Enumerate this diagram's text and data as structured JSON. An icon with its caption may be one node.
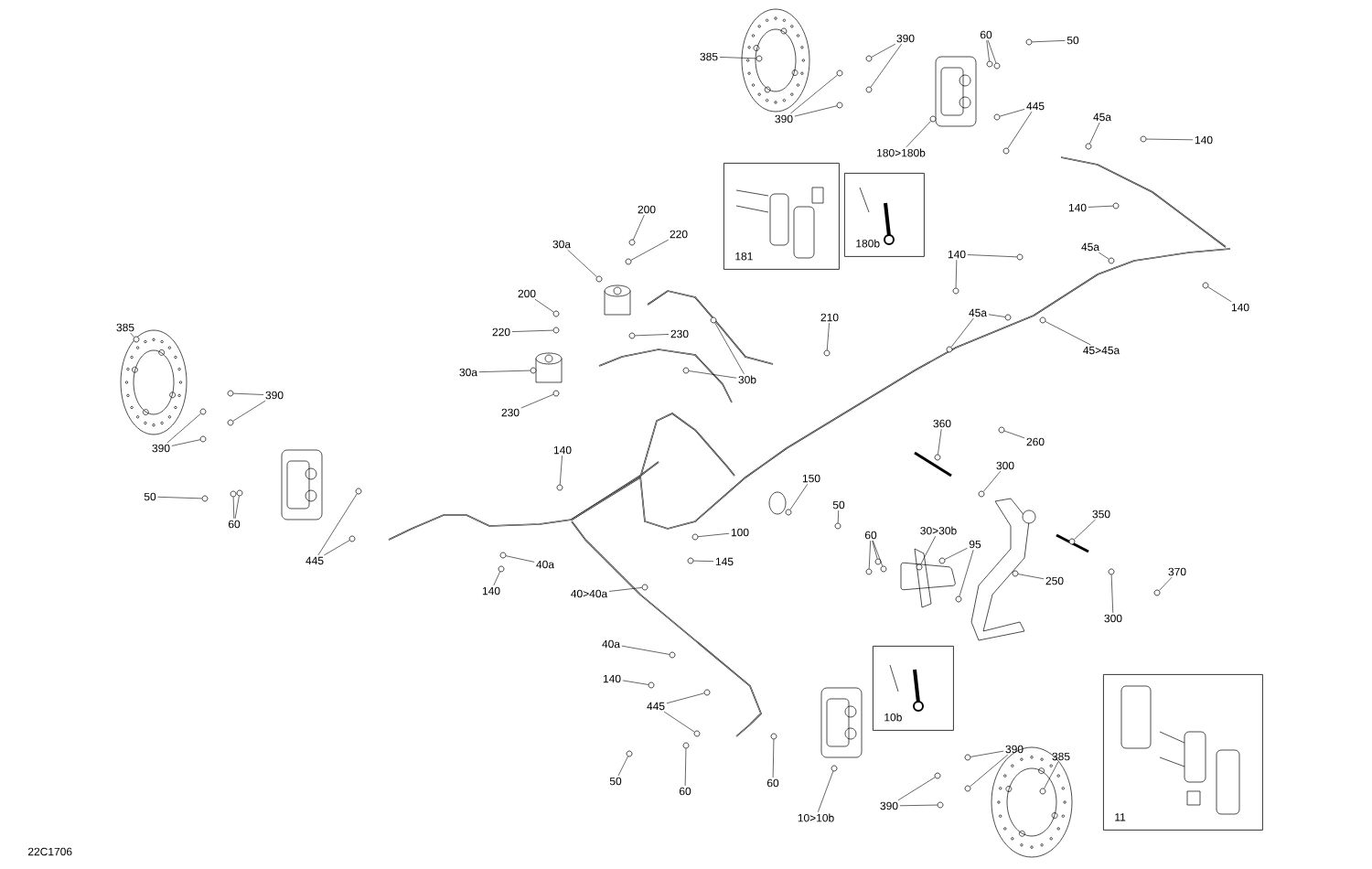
{
  "diagram": {
    "nodes": [
      {
        "text": [
          "385"
        ]
      },
      {
        "text": [
          "390"
        ]
      },
      {
        "text": [
          "390"
        ]
      },
      {
        "text": [
          "60"
        ]
      },
      {
        "text": [
          "50"
        ]
      },
      {
        "text": [
          "445"
        ]
      },
      {
        "text": [
          "180>180b"
        ]
      },
      {
        "text": [
          "45a"
        ]
      },
      {
        "text": [
          "140"
        ]
      },
      {
        "text": [
          "140"
        ]
      },
      {
        "text": [
          "140"
        ]
      },
      {
        "text": [
          "45a"
        ]
      },
      {
        "text": [
          "140"
        ]
      },
      {
        "text": [
          "45a"
        ]
      },
      {
        "text": [
          "45>45a"
        ]
      },
      {
        "text": [
          "210"
        ]
      },
      {
        "text": [
          "200"
        ]
      },
      {
        "text": [
          "220"
        ]
      },
      {
        "text": [
          "30a"
        ]
      },
      {
        "text": [
          "200"
        ]
      },
      {
        "text": [
          "220"
        ]
      },
      {
        "text": [
          "230"
        ]
      },
      {
        "text": [
          "30a"
        ]
      },
      {
        "text": [
          "30b"
        ]
      },
      {
        "text": [
          "230"
        ]
      },
      {
        "text": [
          "385"
        ]
      },
      {
        "text": [
          "390"
        ]
      },
      {
        "text": [
          "390"
        ]
      },
      {
        "text": [
          "50"
        ]
      },
      {
        "text": [
          "60"
        ]
      },
      {
        "text": [
          "445"
        ]
      },
      {
        "text": [
          "140"
        ]
      },
      {
        "text": [
          "40a"
        ]
      },
      {
        "text": [
          "140"
        ]
      },
      {
        "text": [
          "40>40a"
        ]
      },
      {
        "text": [
          "40a"
        ]
      },
      {
        "text": [
          "140"
        ]
      },
      {
        "text": [
          "445"
        ]
      },
      {
        "text": [
          "50"
        ]
      },
      {
        "text": [
          "60"
        ]
      },
      {
        "text": [
          "60"
        ]
      },
      {
        "text": [
          "10>10b"
        ]
      },
      {
        "text": [
          "150"
        ]
      },
      {
        "text": [
          "50"
        ]
      },
      {
        "text": [
          "100"
        ]
      },
      {
        "text": [
          "145"
        ]
      },
      {
        "text": [
          "60"
        ]
      },
      {
        "text": [
          "30>30b"
        ]
      },
      {
        "text": [
          "95"
        ]
      },
      {
        "text": [
          "360"
        ]
      },
      {
        "text": [
          "260"
        ]
      },
      {
        "text": [
          "300"
        ]
      },
      {
        "text": [
          "350"
        ]
      },
      {
        "text": [
          "250"
        ]
      },
      {
        "text": [
          "300"
        ]
      },
      {
        "text": [
          "370"
        ]
      },
      {
        "text": [
          "390"
        ]
      },
      {
        "text": [
          "390"
        ]
      },
      {
        "text": [
          "385"
        ]
      },
      {
        "text": [
          "181"
        ]
      },
      {
        "text": [
          "180b"
        ]
      },
      {
        "text": [
          "10b"
        ]
      },
      {
        "text": [
          "11"
        ]
      },
      {
        "text": [],
        "shape": "circle"
      },
      {
        "text": [],
        "shape": "circle"
      },
      {
        "text": [],
        "shape": "circle"
      },
      {
        "text": [],
        "shape": "circle"
      },
      {
        "text": [],
        "shape": "circle"
      },
      {
        "text": [],
        "shape": "circle"
      },
      {
        "text": [],
        "shape": "circle"
      },
      {
        "text": [],
        "shape": "circle"
      },
      {
        "text": [],
        "shape": "circle"
      },
      {
        "text": [],
        "shape": "circle"
      },
      {
        "text": [],
        "shape": "circle"
      },
      {
        "text": [],
        "shape": "circle"
      },
      {
        "text": [],
        "shape": "circle"
      },
      {
        "text": [],
        "shape": "circle"
      },
      {
        "text": [],
        "shape": "circle"
      },
      {
        "text": [],
        "shape": "circle"
      },
      {
        "text": [],
        "shape": "circle"
      },
      {
        "text": [],
        "shape": "circle"
      },
      {
        "text": [],
        "shape": "circle"
      },
      {
        "text": [],
        "shape": "circle"
      },
      {
        "text": [],
        "shape": "circle"
      },
      {
        "text": [],
        "shape": "circle"
      },
      {
        "text": [],
        "shape": "circle"
      },
      {
        "text": [],
        "shape": "circle"
      },
      {
        "text": [],
        "shape": "circle"
      },
      {
        "text": [],
        "shape": "circle"
      },
      {
        "text": [],
        "shape": "circle"
      },
      {
        "text": [],
        "shape": "circle"
      },
      {
        "text": [],
        "shape": "circle"
      },
      {
        "text": [],
        "shape": "circle"
      },
      {
        "text": [],
        "shape": "circle"
      },
      {
        "text": [],
        "shape": "circle"
      },
      {
        "text": [],
        "shape": "circle"
      },
      {
        "text": [],
        "shape": "circle"
      },
      {
        "text": [],
        "shape": "circle"
      },
      {
        "text": [],
        "shape": "circle"
      },
      {
        "text": [],
        "shape": "circle"
      },
      {
        "text": [],
        "shape": "circle"
      },
      {
        "text": [],
        "shape": "circle"
      },
      {
        "text": [],
        "shape": "circle"
      },
      {
        "text": [],
        "shape": "circle"
      },
      {
        "text": [],
        "shape": "circle"
      },
      {
        "text": [],
        "shape": "circle"
      },
      {
        "text": [],
        "shape": "circle"
      },
      {
        "text": [],
        "shape": "circle"
      },
      {
        "text": [],
        "shape": "circle"
      },
      {
        "text": [],
        "shape": "circle"
      },
      {
        "text": [],
        "shape": "circle"
      },
      {
        "text": [],
        "shape": "circle"
      },
      {
        "text": [],
        "shape": "circle"
      },
      {
        "text": [],
        "shape": "circle"
      },
      {
        "text": [],
        "shape": "circle"
      },
      {
        "text": [],
        "shape": "circle"
      },
      {
        "text": [],
        "shape": "circle"
      },
      {
        "text": [],
        "shape": "circle"
      },
      {
        "text": [],
        "shape": "circle"
      },
      {
        "text": [],
        "shape": "circle"
      },
      {
        "text": [],
        "shape": "circle"
      },
      {
        "text": [],
        "shape": "circle"
      },
      {
        "text": [],
        "shape": "circle"
      },
      {
        "text": [],
        "shape": "circle"
      },
      {
        "text": [],
        "shape": "circle"
      },
      {
        "text": [],
        "shape": "circle"
      },
      {
        "text": [],
        "shape": "circle"
      },
      {
        "text": [],
        "shape": "circle"
      },
      {
        "text": [],
        "shape": "circle"
      },
      {
        "text": [],
        "shape": "circle"
      },
      {
        "text": [],
        "shape": "circle"
      },
      {
        "text": [],
        "shape": "circle"
      },
      {
        "text": [],
        "shape": "circle"
      },
      {
        "text": [],
        "shape": "circle"
      },
      {
        "text": [],
        "shape": "circle"
      },
      {
        "text": [],
        "shape": "circle"
      },
      {
        "text": [],
        "shape": "circle"
      },
      {
        "text": [],
        "shape": "circle"
      },
      {
        "text": [],
        "shape": "circle"
      }
    ],
    "edges": [
      {
        "from": 0,
        "to": 63,
        "arrow": "none"
      },
      {
        "from": 1,
        "to": 64,
        "arrow": "none"
      },
      {
        "from": 1,
        "to": 65,
        "arrow": "none"
      },
      {
        "from": 2,
        "to": 66,
        "arrow": "none"
      },
      {
        "from": 2,
        "to": 67,
        "arrow": "none"
      },
      {
        "from": 3,
        "to": 68,
        "arrow": "none"
      },
      {
        "from": 3,
        "to": 69,
        "arrow": "none"
      },
      {
        "from": 4,
        "to": 70,
        "arrow": "none"
      },
      {
        "from": 5,
        "to": 71,
        "arrow": "none"
      },
      {
        "from": 5,
        "to": 72,
        "arrow": "none"
      },
      {
        "from": 6,
        "to": 73,
        "arrow": "none"
      },
      {
        "from": 7,
        "to": 74,
        "arrow": "none"
      },
      {
        "from": 8,
        "to": 75,
        "arrow": "none"
      },
      {
        "from": 9,
        "to": 76,
        "arrow": "none"
      },
      {
        "from": 10,
        "to": 77,
        "arrow": "none"
      },
      {
        "from": 10,
        "to": 78,
        "arrow": "none"
      },
      {
        "from": 11,
        "to": 79,
        "arrow": "none"
      },
      {
        "from": 12,
        "to": 80,
        "arrow": "none"
      },
      {
        "from": 13,
        "to": 81,
        "arrow": "none"
      },
      {
        "from": 13,
        "to": 82,
        "arrow": "none"
      },
      {
        "from": 14,
        "to": 83,
        "arrow": "none"
      },
      {
        "from": 15,
        "to": 84,
        "arrow": "none"
      },
      {
        "from": 16,
        "to": 85,
        "arrow": "none"
      },
      {
        "from": 17,
        "to": 86,
        "arrow": "none"
      },
      {
        "from": 18,
        "to": 87,
        "arrow": "none"
      },
      {
        "from": 19,
        "to": 88,
        "arrow": "none"
      },
      {
        "from": 20,
        "to": 89,
        "arrow": "none"
      },
      {
        "from": 21,
        "to": 90,
        "arrow": "none"
      },
      {
        "from": 22,
        "to": 91,
        "arrow": "none"
      },
      {
        "from": 23,
        "to": 92,
        "arrow": "none"
      },
      {
        "from": 23,
        "to": 93,
        "arrow": "none"
      },
      {
        "from": 24,
        "to": 94,
        "arrow": "none"
      },
      {
        "from": 25,
        "to": 95,
        "arrow": "none"
      },
      {
        "from": 26,
        "to": 96,
        "arrow": "none"
      },
      {
        "from": 26,
        "to": 97,
        "arrow": "none"
      },
      {
        "from": 27,
        "to": 98,
        "arrow": "none"
      },
      {
        "from": 27,
        "to": 99,
        "arrow": "none"
      },
      {
        "from": 28,
        "to": 100,
        "arrow": "none"
      },
      {
        "from": 29,
        "to": 101,
        "arrow": "none"
      },
      {
        "from": 29,
        "to": 102,
        "arrow": "none"
      },
      {
        "from": 30,
        "to": 103,
        "arrow": "none"
      },
      {
        "from": 30,
        "to": 104,
        "arrow": "none"
      },
      {
        "from": 31,
        "to": 105,
        "arrow": "none"
      },
      {
        "from": 32,
        "to": 106,
        "arrow": "none"
      },
      {
        "from": 33,
        "to": 107,
        "arrow": "none"
      },
      {
        "from": 34,
        "to": 108,
        "arrow": "none"
      },
      {
        "from": 35,
        "to": 109,
        "arrow": "none"
      },
      {
        "from": 36,
        "to": 110,
        "arrow": "none"
      },
      {
        "from": 37,
        "to": 111,
        "arrow": "none"
      },
      {
        "from": 37,
        "to": 112,
        "arrow": "none"
      },
      {
        "from": 38,
        "to": 113,
        "arrow": "none"
      },
      {
        "from": 39,
        "to": 114,
        "arrow": "none"
      },
      {
        "from": 40,
        "to": 115,
        "arrow": "none"
      },
      {
        "from": 41,
        "to": 116,
        "arrow": "none"
      },
      {
        "from": 42,
        "to": 117,
        "arrow": "none"
      },
      {
        "from": 43,
        "to": 118,
        "arrow": "none"
      },
      {
        "from": 44,
        "to": 119,
        "arrow": "none"
      },
      {
        "from": 45,
        "to": 120,
        "arrow": "none"
      },
      {
        "from": 46,
        "to": 121,
        "arrow": "none"
      },
      {
        "from": 46,
        "to": 122,
        "arrow": "none"
      },
      {
        "from": 46,
        "to": 123,
        "arrow": "none"
      },
      {
        "from": 47,
        "to": 124,
        "arrow": "none"
      },
      {
        "from": 48,
        "to": 125,
        "arrow": "none"
      },
      {
        "from": 48,
        "to": 126,
        "arrow": "none"
      },
      {
        "from": 49,
        "to": 127,
        "arrow": "none"
      },
      {
        "from": 50,
        "to": 128,
        "arrow": "none"
      },
      {
        "from": 51,
        "to": 129,
        "arrow": "none"
      },
      {
        "from": 52,
        "to": 130,
        "arrow": "none"
      },
      {
        "from": 53,
        "to": 131,
        "arrow": "none"
      },
      {
        "from": 54,
        "to": 132,
        "arrow": "none"
      },
      {
        "from": 55,
        "to": 133,
        "arrow": "none"
      },
      {
        "from": 56,
        "to": 134,
        "arrow": "none"
      },
      {
        "from": 56,
        "to": 135,
        "arrow": "none"
      },
      {
        "from": 57,
        "to": 136,
        "arrow": "none"
      },
      {
        "from": 57,
        "to": 137,
        "arrow": "none"
      },
      {
        "from": 58,
        "to": 138,
        "arrow": "none"
      }
    ],
    "labels": [
      "22C1706"
    ]
  }
}
